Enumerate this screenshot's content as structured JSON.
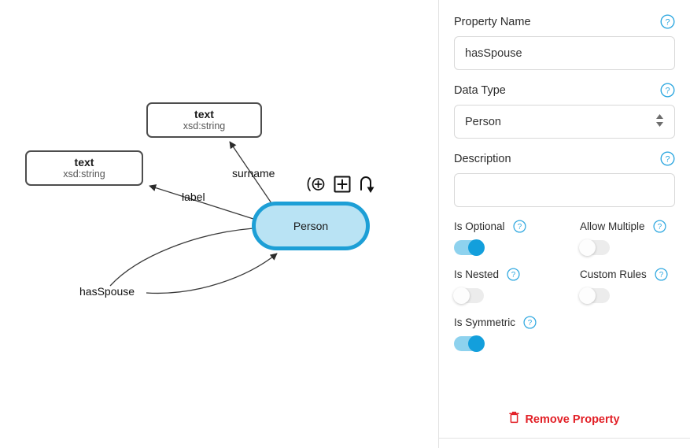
{
  "canvas": {
    "nodes": [
      {
        "id": "text-top",
        "title": "text",
        "subtitle": "xsd:string"
      },
      {
        "id": "text-left",
        "title": "text",
        "subtitle": "xsd:string"
      },
      {
        "id": "person",
        "title": "Person"
      }
    ],
    "edges": [
      {
        "label": "surname",
        "from": "person",
        "to": "text-top"
      },
      {
        "label": "label",
        "from": "person",
        "to": "text-left"
      },
      {
        "label": "hasSpouse",
        "from": "person",
        "to": "person"
      }
    ],
    "toolbar": {
      "add_node_icon": "circled-plus-icon",
      "add_property_icon": "boxed-plus-icon",
      "self_loop_icon": "self-loop-arrow-icon"
    },
    "colors": {
      "node_fill": "#b9e3f4",
      "node_stroke": "#1d9fd6",
      "box_stroke": "#4d4d4d",
      "edge_stroke": "#333333"
    }
  },
  "panel": {
    "property_name": {
      "label": "Property Name",
      "value": "hasSpouse",
      "placeholder": ""
    },
    "data_type": {
      "label": "Data Type",
      "value": "Person",
      "options": [
        "Person"
      ]
    },
    "description": {
      "label": "Description",
      "value": "",
      "placeholder": ""
    },
    "toggles": [
      {
        "name": "Is Optional",
        "state": "on"
      },
      {
        "name": "Allow Multiple",
        "state": "off"
      },
      {
        "name": "Is Nested",
        "state": "off"
      },
      {
        "name": "Custom Rules",
        "state": "off"
      },
      {
        "name": "Is Symmetric",
        "state": "on"
      }
    ],
    "remove": {
      "label": "Remove Property",
      "icon": "trash-icon",
      "color": "#e21f26"
    },
    "help_icon": "question-circle-icon",
    "help_color": "#2fa8e0"
  }
}
